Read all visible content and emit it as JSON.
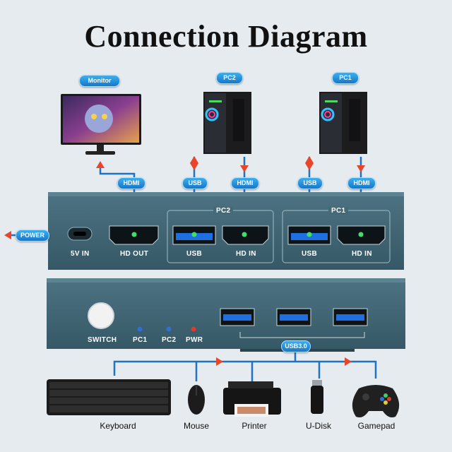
{
  "title": "Connection Diagram",
  "top_labels": {
    "monitor": "Monitor",
    "pc2": "PC2",
    "pc1": "PC1"
  },
  "cable_tags": {
    "hdmi": "HDMI",
    "usb": "USB",
    "power": "POWER",
    "usb3": "USB3.0"
  },
  "back_panel": {
    "port_5v": "5V IN",
    "hd_out": "HD OUT",
    "group_pc2": "PC2",
    "group_pc1": "PC1",
    "usb": "USB",
    "hd_in": "HD IN"
  },
  "front_panel": {
    "switch": "SWITCH",
    "led_pc1": "PC1",
    "led_pc2": "PC2",
    "led_pwr": "PWR"
  },
  "peripherals": [
    "Keyboard",
    "Mouse",
    "Printer",
    "U-Disk",
    "Gamepad"
  ],
  "colors": {
    "cable": "#1e73c6",
    "arrow": "#e8452a",
    "panel": "#3f6473",
    "led_blue": "#2f6fd6",
    "led_red": "#e03a2e"
  }
}
